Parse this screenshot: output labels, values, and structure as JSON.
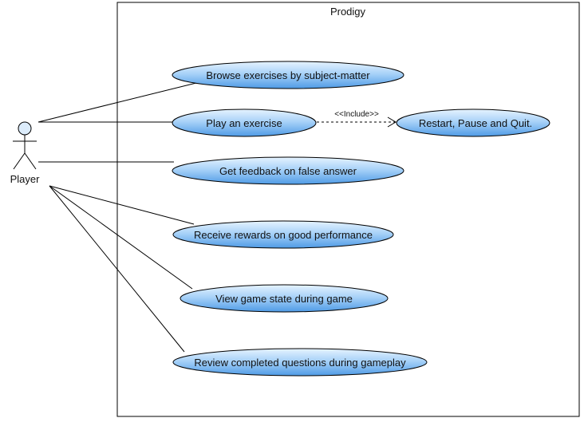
{
  "system": {
    "name": "Prodigy"
  },
  "actor": {
    "name": "Player"
  },
  "use_cases": [
    {
      "label": "Browse exercises by subject-matter"
    },
    {
      "label": "Play an exercise"
    },
    {
      "label": "Restart, Pause and Quit."
    },
    {
      "label": "Get feedback on false answer"
    },
    {
      "label": "Receive rewards on good performance"
    },
    {
      "label": "View game state during game"
    },
    {
      "label": "Review completed questions during gameplay"
    }
  ],
  "relationships": {
    "include_label": "<<Include>>"
  },
  "colors": {
    "usecase_fill_top": "#dbeeff",
    "usecase_fill_bottom": "#5fa6ea",
    "stroke": "#000000"
  }
}
